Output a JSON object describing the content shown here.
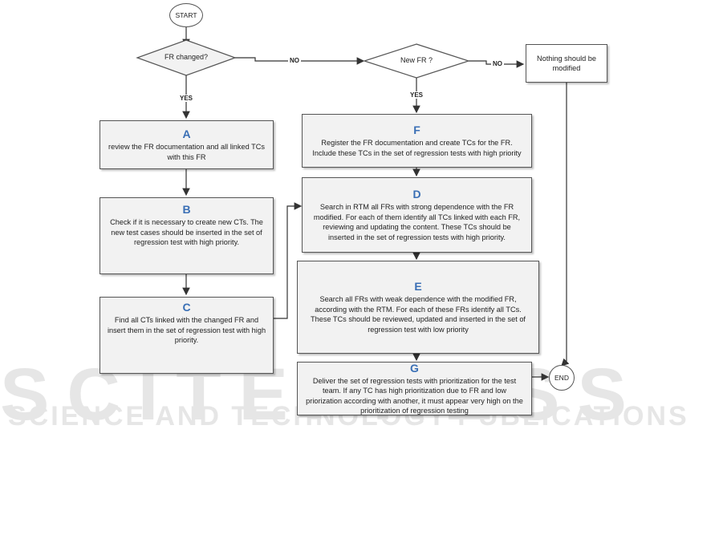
{
  "start": "START",
  "end": "END",
  "decision1": "FR changed?",
  "decision2": "New FR ?",
  "edge_no": "NO",
  "edge_yes": "YES",
  "nothing_box": "Nothing should be modified",
  "boxes": {
    "A": {
      "letter": "A",
      "text": "review the FR documentation and all linked TCs with this FR"
    },
    "B": {
      "letter": "B",
      "text": "Check if it is necessary to create new CTs. The new test cases should be inserted in the set of regression test with high priority."
    },
    "C": {
      "letter": "C",
      "text": "Find all CTs linked with the changed FR and insert them in the set of regression test with high priority."
    },
    "F": {
      "letter": "F",
      "text": "Register the FR documentation and create TCs for the FR. Include these TCs in the set of regression tests with high priority"
    },
    "D": {
      "letter": "D",
      "text": "Search in RTM all FRs with strong dependence with the FR modified. For each of them identify all TCs linked with each FR,  reviewing and updating the content. These TCs should be inserted in the set of regression tests with high priority."
    },
    "E": {
      "letter": "E",
      "text": "Search all FRs with weak dependence with the modified FR, according with the RTM. For each of these FRs identify all TCs. These TCs should be reviewed, updated and inserted in the set of regression test with low priority"
    },
    "G": {
      "letter": "G",
      "text": "Deliver the set of regression tests with prioritization for the test team. If any TC has high prioritization due to FR and low priorization according with another, it must appear very high on the prioritization of regression testing"
    }
  },
  "watermark": {
    "line1": "SCITEPRESS",
    "line2": "SCIENCE AND TECHNOLOGY PUBLICATIONS"
  }
}
